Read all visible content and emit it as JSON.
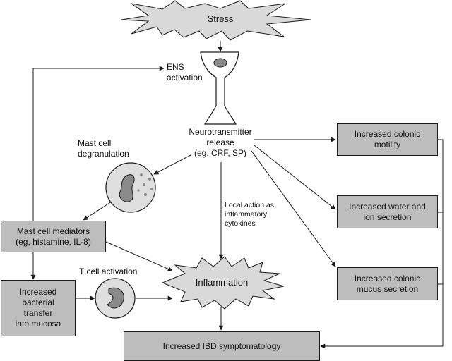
{
  "nodes": {
    "stress": "Stress",
    "ens_activation": "ENS\nactivation",
    "neurotransmitter_release": "Neurotransmitter\nrelease\n(eg, CRF, SP)",
    "mast_cell_degranulation": "Mast cell\ndegranulation",
    "mast_cell_mediators": "Mast cell mediators\n(eg, histamine, IL-8)",
    "local_action": "Local action as\ninflammatory\ncytokines",
    "t_cell_activation": "T cell activation",
    "inflammation": "Inflammation",
    "increased_bacterial_transfer": "Increased\nbacterial\ntransfer\ninto mucosa",
    "increased_colonic_motility": "Increased colonic\nmotility",
    "increased_water_ion_secretion": "Increased water and\nion secretion",
    "increased_colonic_mucus_secretion": "Increased colonic\nmucus secretion",
    "increased_ibd_symptomatology": "Increased IBD symptomatology"
  },
  "colors": {
    "box_fill": "#bdbdbd",
    "burst_fill": "#d9d9d9",
    "cell_fill": "#dedede",
    "nucleus_fill": "#8a8a8a",
    "line": "#1a1a1a"
  }
}
